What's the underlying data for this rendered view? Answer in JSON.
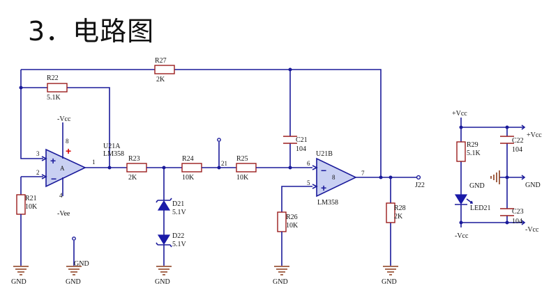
{
  "title": "3．电路图",
  "labels": {
    "r27": "R27",
    "r27v": "2K",
    "r22": "R22",
    "r22v": "5.1K",
    "vccneg_top": "-Vcc",
    "pin8": "8",
    "u21a": "U21A",
    "lm358a": "LM358",
    "ua_sym": "A",
    "pin3": "3",
    "pin2": "2",
    "pin1": "1",
    "pin4": "4",
    "vee": "-Vee",
    "r21": "R21",
    "r21v": "10K",
    "r23": "R23",
    "r23v": "2K",
    "r24": "R24",
    "r24v": "10K",
    "n21": "21",
    "r25": "R25",
    "r25v": "10K",
    "c21": "C21",
    "c21v": "104",
    "u21b": "U21B",
    "lm358b": "LM358",
    "ub_sym": "8",
    "pin6": "6",
    "pin5": "5",
    "pin7": "7",
    "j22": "J22",
    "d21": "D21",
    "d21v": "5.1V",
    "d22": "D22",
    "d22v": "5.1V",
    "r26": "R26",
    "r26v": "10K",
    "r28": "R28",
    "r28v": "2K",
    "gnd1": "GND",
    "gnd2": "GND",
    "gnd2b": "GND",
    "gnd3": "GND",
    "gnd4": "GND",
    "gnd5": "GND",
    "pvcc": "+Vcc",
    "r29": "R29",
    "r29v": "5.1K",
    "led21": "LED21",
    "nvcc": "-Vcc",
    "c22": "C22",
    "c22v": "104",
    "pvcc2": "+Vcc",
    "gnd_l": "GND",
    "gnd_r": "GND",
    "c23": "C23",
    "c23v": "104",
    "nvcc2": "-Vcc"
  },
  "colors": {
    "wire": "#1a1a9a",
    "component": "#9b1c1c",
    "opamp_fill": "#c9d0f2",
    "plus_sign": "#d40000"
  }
}
